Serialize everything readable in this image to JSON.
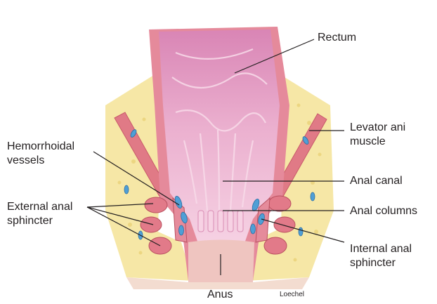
{
  "diagram": {
    "labels": {
      "rectum": "Rectum",
      "levator_1": "Levator ani",
      "levator_2": "muscle",
      "hemorrhoidal_1": "Hemorrhoidal",
      "hemorrhoidal_2": "vessels",
      "anal_canal": "Anal canal",
      "external_1": "External anal",
      "external_2": "sphincter",
      "anal_columns": "Anal columns",
      "internal_1": "Internal anal",
      "internal_2": "sphincter",
      "anus": "Anus",
      "signature": "Loechel"
    },
    "colors": {
      "fat": "#f6e7a6",
      "muscle": "#e07a86",
      "mucosa": "#e9a3c6",
      "mucosa_light": "#f4cde2",
      "vessel": "#4f9fd6",
      "line": "#231f20"
    }
  }
}
